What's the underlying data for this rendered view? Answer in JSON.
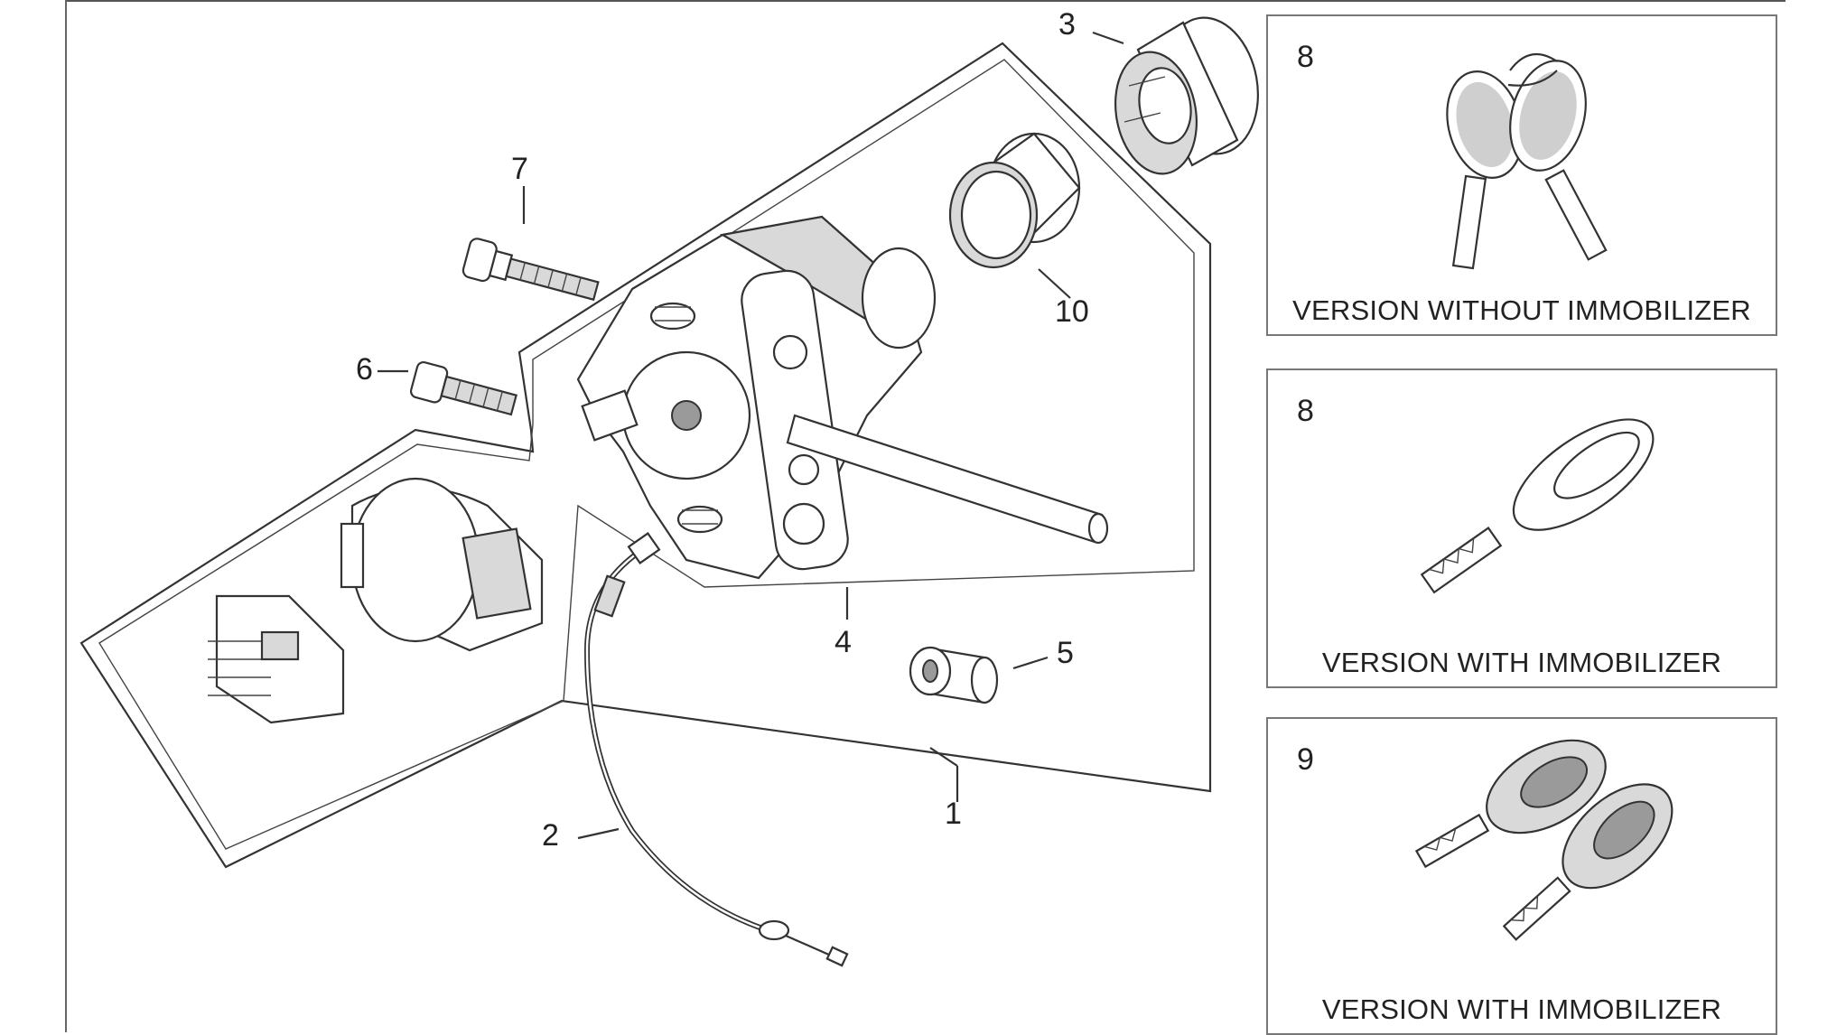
{
  "diagram": {
    "callouts": {
      "c1": "1",
      "c2": "2",
      "c3": "3",
      "c4": "4",
      "c5": "5",
      "c6": "6",
      "c7": "7",
      "c10": "10"
    },
    "panels": [
      {
        "number": "8",
        "caption": "VERSION WITHOUT IMMOBILIZER"
      },
      {
        "number": "8",
        "caption": "VERSION WITH IMMOBILIZER"
      },
      {
        "number": "9",
        "caption": "VERSION WITH IMMOBILIZER"
      }
    ]
  }
}
